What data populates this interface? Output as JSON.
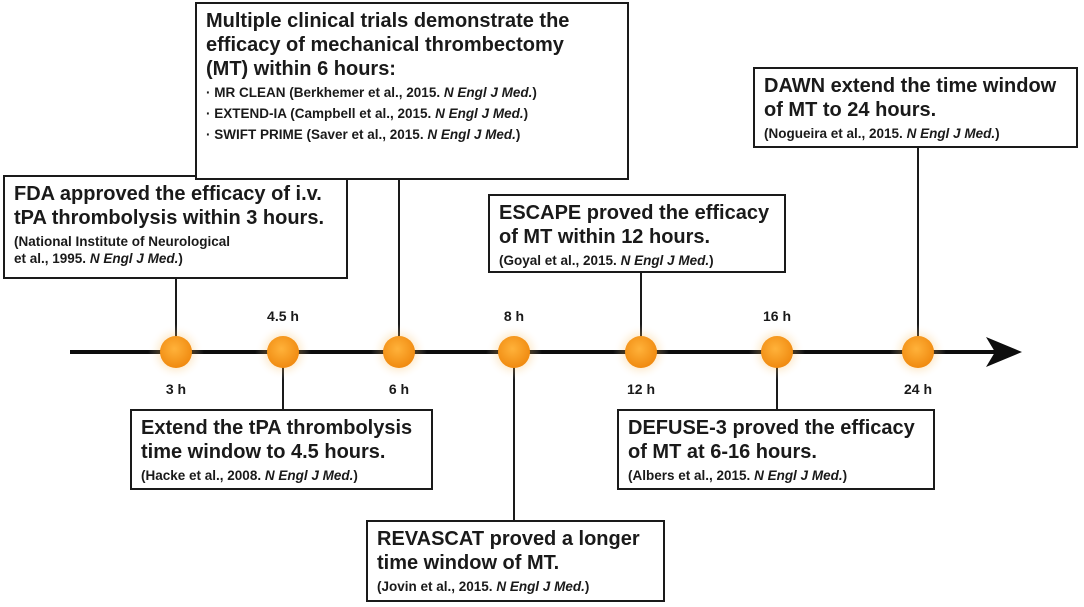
{
  "colors": {
    "marker": "#f39a1a",
    "marker_light": "#ffcf70",
    "line": "#0d0d0d"
  },
  "ticks": [
    "3 h",
    "4.5 h",
    "6 h",
    "8 h",
    "12 h",
    "16 h",
    "24 h"
  ],
  "events": {
    "fda": {
      "heading": [
        "FDA approved the efficacy of i.v.",
        "tPA thrombolysis within 3 hours."
      ],
      "citation": [
        "(National Institute of Neurological",
        "et al., 1995. "
      ],
      "journal": "N Engl J Med.",
      "citation_end": ")"
    },
    "extend_tpa": {
      "heading": [
        "Extend the tPA thrombolysis",
        "time window to 4.5 hours."
      ],
      "citation": "(Hacke et al., 2008. ",
      "journal": "N Engl J Med.",
      "citation_end": ")"
    },
    "multiple_trials": {
      "heading": [
        "Multiple clinical trials demonstrate the",
        "efficacy of mechanical thrombectomy",
        "(MT) within 6 hours:"
      ],
      "bullets": [
        {
          "text": "· MR CLEAN (Berkhemer et al., 2015. ",
          "journal": "N Engl J Med.",
          "end": ")"
        },
        {
          "text": "· EXTEND-IA (Campbell et al., 2015. ",
          "journal": "N Engl J Med.",
          "end": ")"
        },
        {
          "text": "· SWIFT PRIME (Saver et al., 2015. ",
          "journal": "N Engl J Med.",
          "end": ")"
        }
      ]
    },
    "revascat": {
      "heading": [
        "REVASCAT proved a longer",
        "time window of MT."
      ],
      "citation": "(Jovin et al., 2015. ",
      "journal": "N Engl J Med.",
      "citation_end": ")"
    },
    "escape": {
      "heading": [
        "ESCAPE proved the efficacy",
        "of MT within 12 hours."
      ],
      "citation": "(Goyal et al., 2015. ",
      "journal": "N Engl J Med.",
      "citation_end": ")"
    },
    "defuse3": {
      "heading": [
        "DEFUSE-3 proved the efficacy",
        "of MT at 6-16 hours."
      ],
      "citation": "(Albers et al., 2015. ",
      "journal": "N Engl J Med.",
      "citation_end": ")"
    },
    "dawn": {
      "heading": [
        "DAWN extend the time window",
        "of MT to 24 hours."
      ],
      "citation": "(Nogueira et al., 2015. ",
      "journal": "N Engl J Med.",
      "citation_end": ")"
    }
  }
}
